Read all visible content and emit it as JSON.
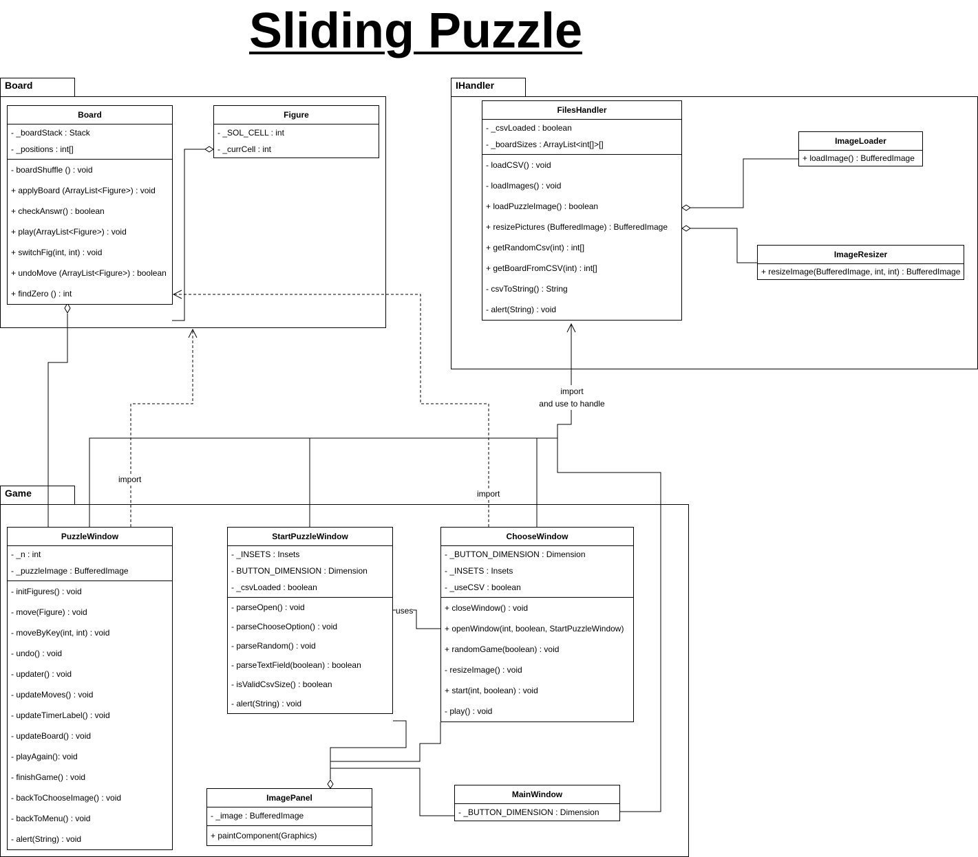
{
  "title": "Sliding Puzzle",
  "packages": {
    "board": "Board",
    "ihandler": "IHandler",
    "game": "Game"
  },
  "classes": {
    "board": {
      "name": "Board",
      "attrs": [
        "- _boardStack : Stack",
        "- _positions : int[]"
      ],
      "methods": [
        "- boardShuffle () : void",
        "+ applyBoard (ArrayList<Figure>) : void",
        "+ checkAnswr() : boolean",
        "+ play(ArrayList<Figure>) : void",
        "+ switchFig(int, int) : void",
        "+ undoMove (ArrayList<Figure>) : boolean",
        "+ findZero () : int"
      ]
    },
    "figure": {
      "name": "Figure",
      "attrs": [
        "- _SOL_CELL : int",
        "- _currCell : int"
      ]
    },
    "filesHandler": {
      "name": "FilesHandler",
      "attrs": [
        "- _csvLoaded : boolean",
        "- _boardSizes : ArrayList<int[]>[]"
      ],
      "methods": [
        "- loadCSV() : void",
        "- loadImages() : void",
        "+ loadPuzzleImage() : boolean",
        "+ resizePictures (BufferedImage) : BufferedImage",
        "+ getRandomCsv(int) : int[]",
        "+ getBoardFromCSV(int) : int[]",
        "- csvToString() : String",
        "- alert(String) : void"
      ]
    },
    "imageLoader": {
      "name": "ImageLoader",
      "methods": [
        "+ loadImage() : BufferedImage"
      ]
    },
    "imageResizer": {
      "name": "ImageResizer",
      "methods": [
        "+ resizeImage(BufferedImage, int, int) : BufferedImage"
      ]
    },
    "puzzleWindow": {
      "name": "PuzzleWindow",
      "attrs": [
        "- _n : int",
        "- _puzzleImage : BufferedImage"
      ],
      "methods": [
        "- initFigures() : void",
        "- move(Figure) : void",
        "- moveByKey(int, int) : void",
        "- undo() : void",
        "- updater() : void",
        "- updateMoves() : void",
        "- updateTimerLabel() : void",
        "- updateBoard() : void",
        "- playAgain(): void",
        "- finishGame() : void",
        "- backToChooseImage() : void",
        "- backToMenu() : void",
        "- alert(String) : void"
      ]
    },
    "startPuzzleWindow": {
      "name": "StartPuzzleWindow",
      "attrs": [
        "- _INSETS : Insets",
        "- BUTTON_DIMENSION : Dimension",
        "- _csvLoaded : boolean"
      ],
      "methods": [
        "- parseOpen() : void",
        "- parseChooseOption() : void",
        "- parseRandom() : void",
        "- parseTextField(boolean) : boolean",
        "- isValidCsvSize() : boolean",
        "- alert(String) : void"
      ]
    },
    "chooseWindow": {
      "name": "ChooseWindow",
      "attrs": [
        "- _BUTTON_DIMENSION : Dimension",
        "- _INSETS : Insets",
        "- _useCSV : boolean"
      ],
      "methods": [
        "+ closeWindow() : void",
        "+ openWindow(int, boolean, StartPuzzleWindow)",
        "+ randomGame(boolean) : void",
        "- resizeImage() : void",
        "+ start(int, boolean) : void",
        "- play() : void"
      ]
    },
    "imagePanel": {
      "name": "ImagePanel",
      "attrs": [
        "- _image : BufferedImage"
      ],
      "methods": [
        "+ paintComponent(Graphics)"
      ]
    },
    "mainWindow": {
      "name": "MainWindow",
      "attrs": [
        "- _BUTTON_DIMENSION : Dimension"
      ]
    }
  },
  "labels": {
    "import_handle_1": "import",
    "import_handle_2": "and use to handle",
    "import_left": "import",
    "import_right": "import",
    "uses": "uses"
  }
}
